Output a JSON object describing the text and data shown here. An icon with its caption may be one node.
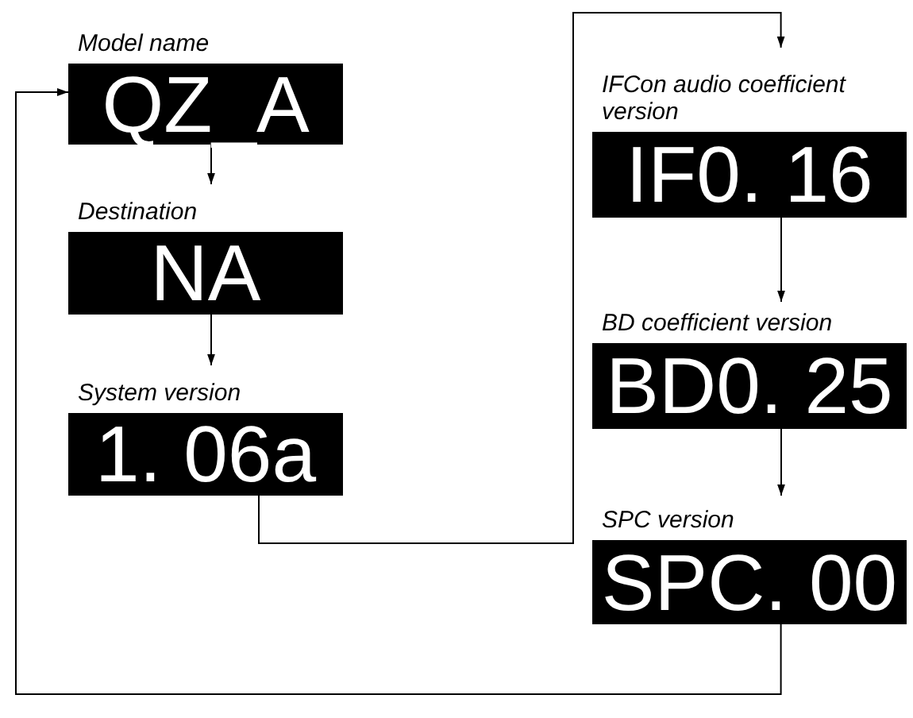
{
  "diagram": {
    "nodes": [
      {
        "text": [
          "Model name",
          "QZ_A"
        ]
      },
      {
        "text": [
          "Destination",
          "NA"
        ]
      },
      {
        "text": [
          "System version",
          "1. 06a"
        ]
      },
      {
        "text": [
          "IFCon audio coefficient version",
          "IF0. 16"
        ]
      },
      {
        "text": [
          "BD coefficient version",
          "BD0. 25"
        ]
      },
      {
        "text": [
          "SPC version",
          "SPC. 00"
        ]
      }
    ],
    "edges": [
      {
        "from": 0,
        "to": 1,
        "arrow": "to"
      },
      {
        "from": 1,
        "to": 2,
        "arrow": "to"
      },
      {
        "from": 2,
        "to": 3,
        "arrow": "to"
      },
      {
        "from": 3,
        "to": 4,
        "arrow": "to"
      },
      {
        "from": 4,
        "to": 5,
        "arrow": "to"
      },
      {
        "from": 5,
        "to": 0,
        "arrow": "to"
      }
    ]
  }
}
